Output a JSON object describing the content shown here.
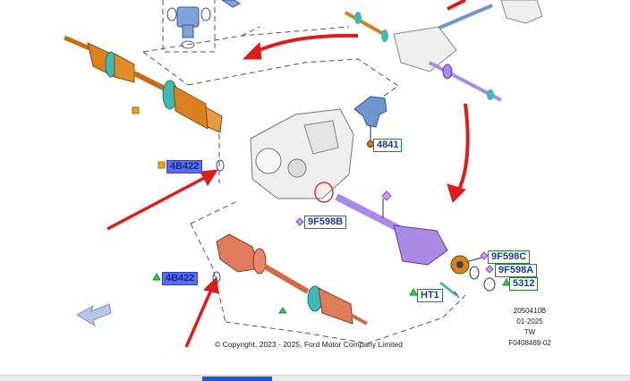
{
  "callouts": {
    "c4841": "4841",
    "c4b422_upper": "4B422",
    "c4b422_lower": "4B422",
    "c9f598b": "9F598B",
    "c9f598c": "9F598C",
    "c9f598a": "9F598A",
    "c5312": "5312",
    "cht1": "HT1"
  },
  "metadata": {
    "line1": "2050410B",
    "line2": "01-2025",
    "line3": "TW",
    "line4": "F0408469-02"
  },
  "copyright": "© Copyright, 2023 - 2025, Ford Motor Company Limited",
  "colors": {
    "arrow_red": "#e01b1b",
    "orange_shaft": "#d9801f",
    "salmon_shaft": "#e07c5c",
    "purple_shaft": "#a98be6",
    "teal_boot": "#3fb9b4",
    "blue_part": "#6f96cf",
    "callout_green_border": "#1b8a2a",
    "callout_blue_fill": "#5a6cf0"
  },
  "icons": [
    "orange-square-marker",
    "green-triangle-marker",
    "purple-diamond-marker",
    "nav-arrow-icon"
  ]
}
